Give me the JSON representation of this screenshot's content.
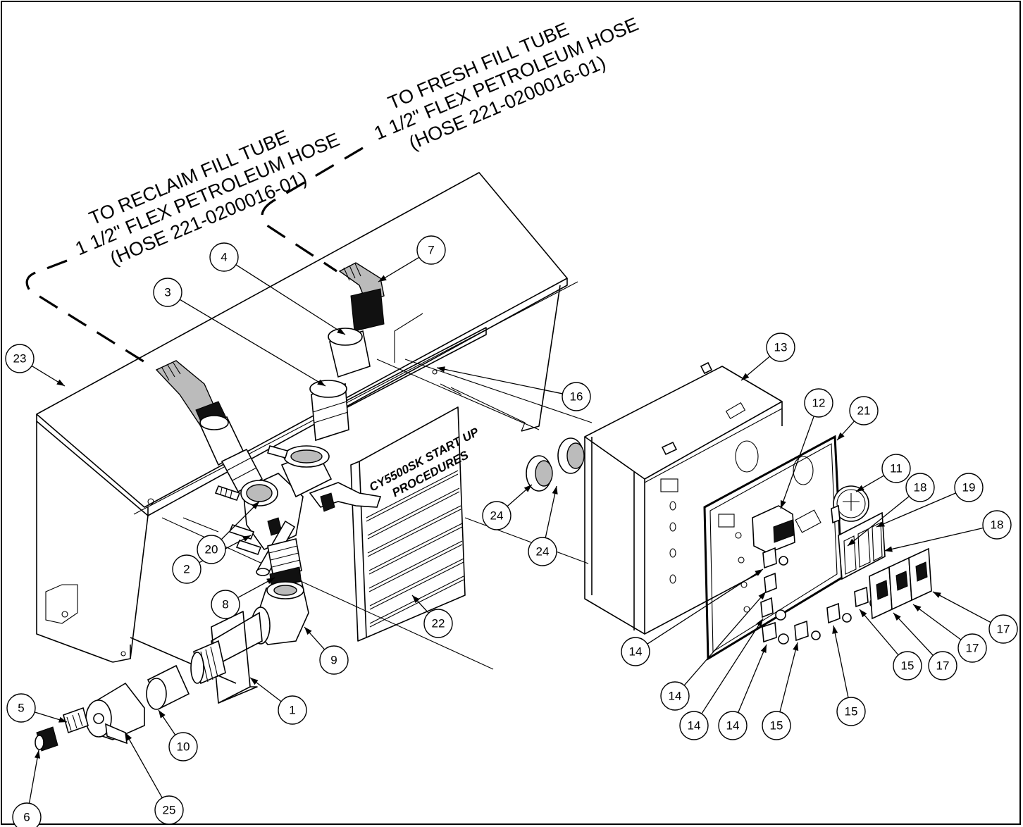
{
  "notes": {
    "reclaim": [
      "TO RECLAIM FILL TUBE",
      "1 1/2\" FLEX PETROLEUM HOSE",
      "(HOSE 221-0200016-01)"
    ],
    "fresh": [
      "TO FRESH FILL TUBE",
      "1 1/2\" FLEX PETROLEUM HOSE",
      "(HOSE 221-0200016-01)"
    ]
  },
  "placard": {
    "line1": "CY5500SK START UP",
    "line2": "PROCEDURES"
  },
  "balloons": [
    {
      "id": "b1",
      "label": "1"
    },
    {
      "id": "b2",
      "label": "2"
    },
    {
      "id": "b3",
      "label": "3"
    },
    {
      "id": "b4",
      "label": "4"
    },
    {
      "id": "b5",
      "label": "5"
    },
    {
      "id": "b6",
      "label": "6"
    },
    {
      "id": "b7",
      "label": "7"
    },
    {
      "id": "b8",
      "label": "8"
    },
    {
      "id": "b9",
      "label": "9"
    },
    {
      "id": "b10",
      "label": "10"
    },
    {
      "id": "b11",
      "label": "11"
    },
    {
      "id": "b12",
      "label": "12"
    },
    {
      "id": "b13",
      "label": "13"
    },
    {
      "id": "b14a",
      "label": "14"
    },
    {
      "id": "b14b",
      "label": "14"
    },
    {
      "id": "b14c",
      "label": "14"
    },
    {
      "id": "b14d",
      "label": "14"
    },
    {
      "id": "b15a",
      "label": "15"
    },
    {
      "id": "b15b",
      "label": "15"
    },
    {
      "id": "b15c",
      "label": "15"
    },
    {
      "id": "b16",
      "label": "16"
    },
    {
      "id": "b17a",
      "label": "17"
    },
    {
      "id": "b17b",
      "label": "17"
    },
    {
      "id": "b17c",
      "label": "17"
    },
    {
      "id": "b18a",
      "label": "18"
    },
    {
      "id": "b18b",
      "label": "18"
    },
    {
      "id": "b19",
      "label": "19"
    },
    {
      "id": "b20",
      "label": "20"
    },
    {
      "id": "b21",
      "label": "21"
    },
    {
      "id": "b22",
      "label": "22"
    },
    {
      "id": "b23",
      "label": "23"
    },
    {
      "id": "b24a",
      "label": "24"
    },
    {
      "id": "b24b",
      "label": "24"
    },
    {
      "id": "b25",
      "label": "25"
    }
  ]
}
